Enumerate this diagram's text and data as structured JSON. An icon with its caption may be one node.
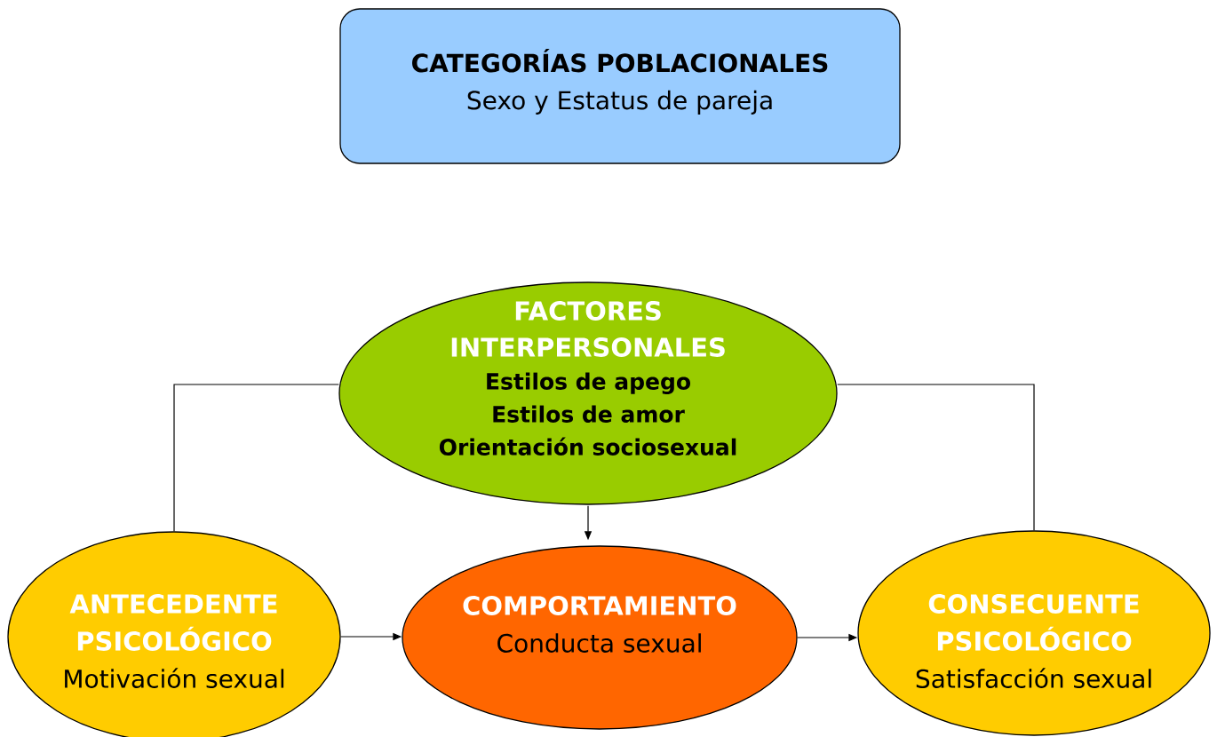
{
  "diagram": {
    "nodes": [
      {
        "text": [
          "CATEGORÍAS POBLACIONALES",
          "Sexo y Estatus de pareja"
        ]
      },
      {
        "text": [
          "FACTORES INTERPERSONALES",
          "Estilos de apego",
          "Estilos de amor",
          "Orientación sociosexual"
        ]
      },
      {
        "text": [
          "ANTECEDENTE PSICOLÓGICO",
          "Motivación sexual"
        ]
      },
      {
        "text": [
          "COMPORTAMIENTO",
          "Conducta sexual"
        ]
      },
      {
        "text": [
          "CONSECUENTE PSICOLÓGICO",
          "Satisfacción sexual"
        ]
      }
    ],
    "edges": [
      {
        "from": 1,
        "to": 3,
        "arrow": "to"
      },
      {
        "from": 1,
        "to": 2,
        "arrow": "none"
      },
      {
        "from": 1,
        "to": 4,
        "arrow": "none"
      },
      {
        "from": 2,
        "to": 3,
        "arrow": "to"
      },
      {
        "from": 3,
        "to": 4,
        "arrow": "to"
      }
    ]
  }
}
